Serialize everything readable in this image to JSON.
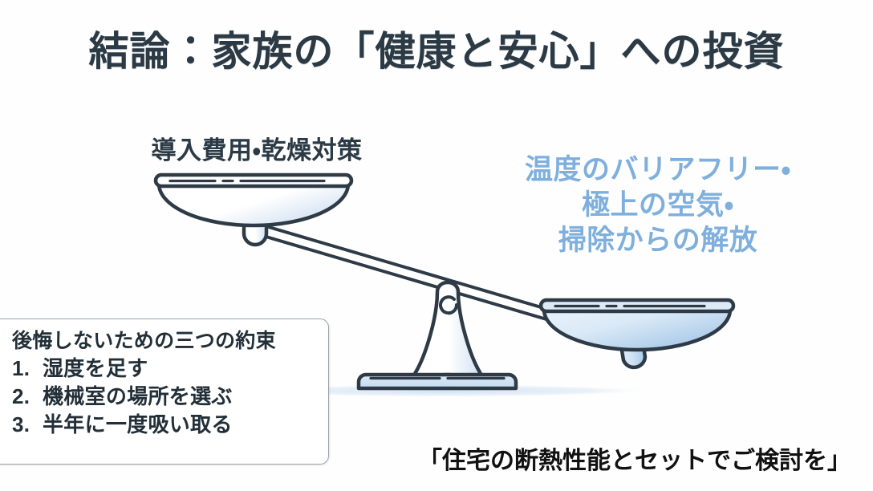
{
  "slide": {
    "background_color": "#fefefe",
    "title": "結論：家族の「健康と安心」への投資",
    "title_color": "#2b3a45"
  },
  "balance": {
    "left_label": "導入費用・乾燥対策",
    "left_label_color": "#2b3a45",
    "right_label_lines": [
      "温度のバリアフリー・",
      "極上の空気・",
      "掃除からの解放"
    ],
    "right_label_color": "#7fb0dd",
    "illustration_name": "balance-scale-tipped-right",
    "outline_color": "#2e3b47",
    "fill_color": "#ffffff",
    "accent_fill_color": "#cfe0f2",
    "shadow_color": "#dce9f5",
    "state": "right side heavier (tipped right)"
  },
  "promise_box": {
    "heading": "後悔しないための三つの約束",
    "items": [
      {
        "num": "1.",
        "text": "湿度を足す"
      },
      {
        "num": "2.",
        "text": "機械室の場所を選ぶ"
      },
      {
        "num": "3.",
        "text": "半年に一度吸い取る"
      }
    ],
    "border_color": "#9aa1a8",
    "text_color": "#232f38"
  },
  "caption": {
    "text": "「住宅の断熱性能とセットでご検討を」",
    "color": "#111111"
  }
}
